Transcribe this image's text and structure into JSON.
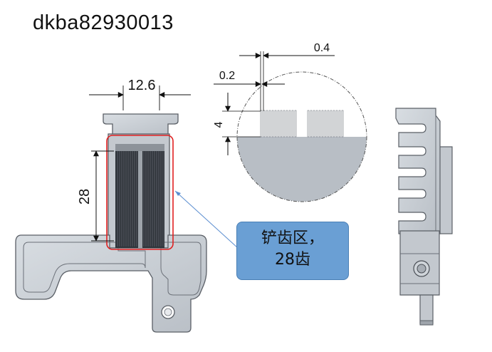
{
  "title": "dkba82930013",
  "dimensions": {
    "width_top": "12.6",
    "height_left": "28",
    "detail_pitch": "0.4",
    "detail_gap": "0.2",
    "detail_height": "4"
  },
  "callout": {
    "line1": "铲齿区，",
    "line2": "28齿"
  },
  "colors": {
    "part_fill": "#c9ced4",
    "part_stroke": "#5a5f66",
    "fin_dark": "#3a3f46",
    "highlight_red": "#e02020",
    "callout_fill": "#6a9fd4",
    "leader_blue": "#5b8ed0"
  }
}
